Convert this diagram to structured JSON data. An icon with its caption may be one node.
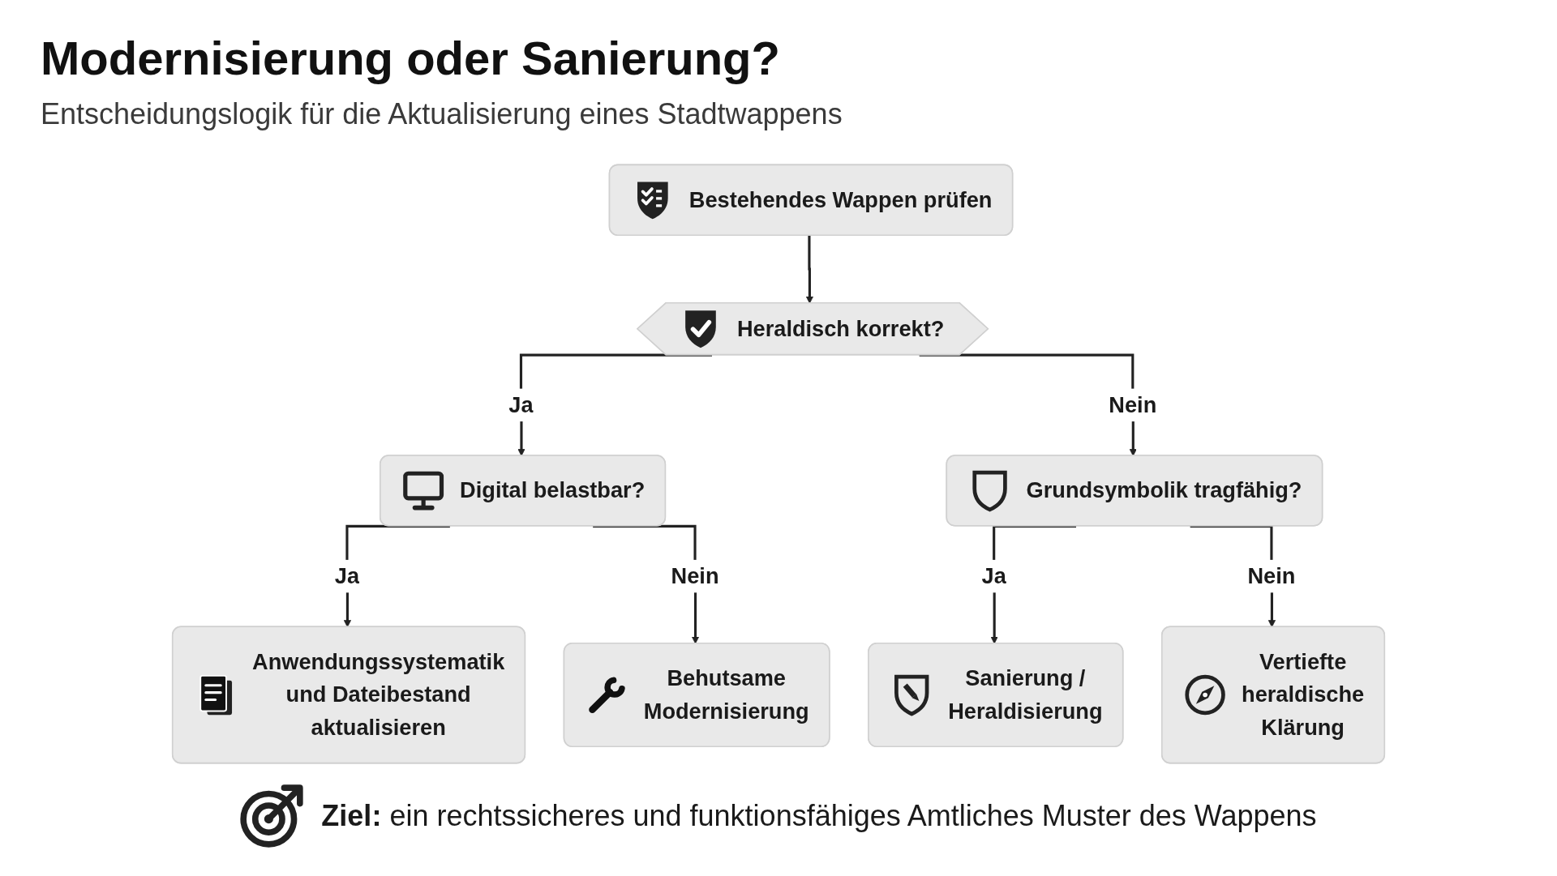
{
  "diagram": {
    "title": "Modernisierung oder Sanierung?",
    "caption": "**Ziel:** ein rechtssicheres und funktionsfähiges Amtliches Muster des Wappens",
    "nodes": [
      {
        "text": [
          "Bestehendes Wappen prüfen"
        ]
      },
      {
        "text": [
          "Heraldisch korrekt?"
        ]
      },
      {
        "text": [
          "Digital belastbar?"
        ]
      },
      {
        "text": [
          "Grundsymbolik tragfähig?"
        ]
      },
      {
        "text": [
          "Anwendungssystematik und Dateibestand aktualisieren"
        ]
      },
      {
        "text": [
          "Behutsame Modernisierung"
        ]
      },
      {
        "text": [
          "Sanierung / Heraldisierung"
        ]
      },
      {
        "text": [
          "Vertiefte heraldische Klärung"
        ]
      }
    ],
    "edges": [
      {
        "from": 0,
        "to": 1,
        "arrow": "to"
      },
      {
        "from": 1,
        "to": 2,
        "label": "Ja",
        "arrow": "to"
      },
      {
        "from": 1,
        "to": 3,
        "label": "Nein",
        "arrow": "to"
      },
      {
        "from": 2,
        "to": 4,
        "label": "Ja",
        "arrow": "to"
      },
      {
        "from": 2,
        "to": 5,
        "label": "Nein",
        "arrow": "to"
      },
      {
        "from": 3,
        "to": 6,
        "label": "Ja",
        "arrow": "to"
      },
      {
        "from": 3,
        "to": 7,
        "label": "Nein",
        "arrow": "to"
      }
    ],
    "labels": [
      "Entscheidungslogik für die Aktualisierung eines Stadtwappens"
    ]
  }
}
